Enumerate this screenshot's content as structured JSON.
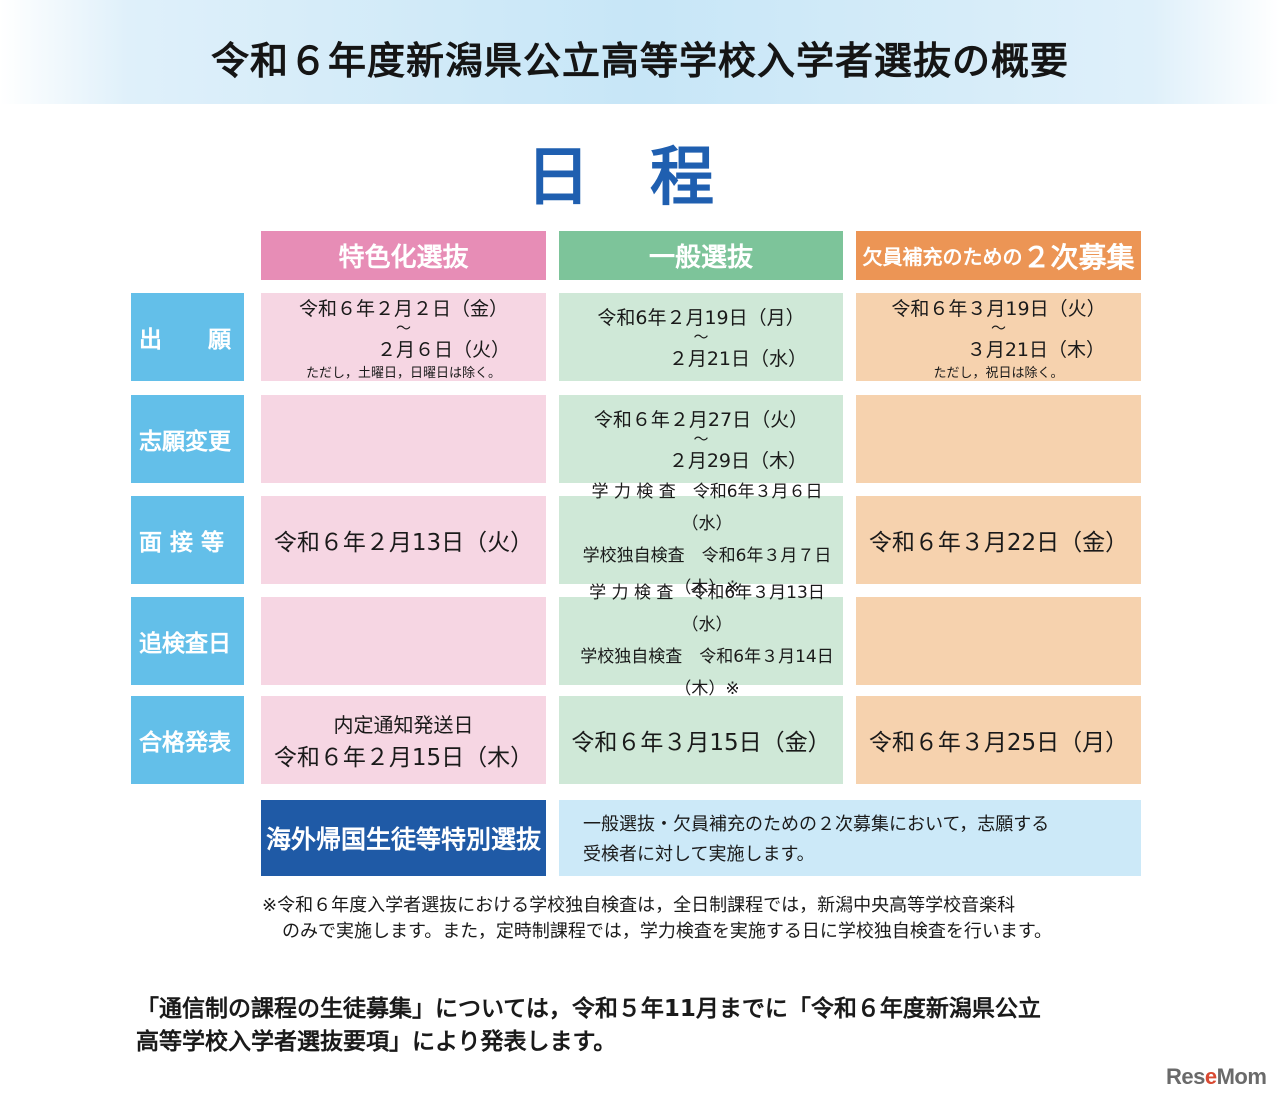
{
  "banner": {
    "title": "令和６年度新潟県公立高等学校入学者選抜の概要"
  },
  "section_title": "日程",
  "columns": [
    {
      "label": "特色化選抜",
      "color": "#e78db6"
    },
    {
      "label": "一般選抜",
      "color": "#7dc49a"
    },
    {
      "label_small": "欠員補充のための",
      "label_big": "２次募集",
      "color": "#ec9555"
    }
  ],
  "rows": {
    "application": {
      "label": "出　　願",
      "tokushoku": {
        "line1": "令和６年２月２日（金）",
        "tilde": "～",
        "line2": "２月６日（火）",
        "note": "ただし，土曜日，日曜日は除く。"
      },
      "ippan": {
        "line1": "令和6年２月19日（月）",
        "tilde": "～",
        "line2": "２月21日（水）"
      },
      "niji": {
        "line1": "令和６年３月19日（火）",
        "tilde": "～",
        "line2": "３月21日（木）",
        "note": "ただし，祝日は除く。"
      }
    },
    "change": {
      "label": "志願変更",
      "ippan": {
        "line1": "令和６年２月27日（火）",
        "tilde": "～",
        "line2": "２月29日（木）"
      }
    },
    "interview": {
      "label": "面 接 等",
      "tokushoku": "令和６年２月13日（火）",
      "ippan": {
        "line1": "学 力 検 査　令和6年３月６日（水）",
        "line2": "学校独自検査　令和6年３月７日（木）※"
      },
      "niji": "令和６年３月22日（金）"
    },
    "makeup": {
      "label": "追検査日",
      "ippan": {
        "line1": "学 力 検 査　令和6年３月13日（水）",
        "line2": "学校独自検査　令和6年３月14日（木）※"
      }
    },
    "results": {
      "label": "合格発表",
      "tokushoku": {
        "line1": "内定通知発送日",
        "line2": "令和６年２月15日（木）"
      },
      "ippan": "令和６年３月15日（金）",
      "niji": "令和６年３月25日（月）"
    }
  },
  "special": {
    "label": "海外帰国生徒等特別選抜",
    "line1": "一般選抜・欠員補充のための２次募集において，志願する",
    "line2": "受検者に対して実施します。"
  },
  "footnote": {
    "line1": "※令和６年度入学者選抜における学校独自検査は，全日制課程では，新潟中央高等学校音楽科",
    "line2": "のみで実施します。また，定時制課程では，学力検査を実施する日に学校独自検査を行います。"
  },
  "bottom": {
    "line1": "「通信制の課程の生徒募集」については，令和５年11月までに「令和６年度新潟県公立",
    "line2": "高等学校入学者選抜要項」により発表します。"
  },
  "logo": {
    "part1": "Res",
    "part2": "e",
    "part3": "Mom"
  }
}
